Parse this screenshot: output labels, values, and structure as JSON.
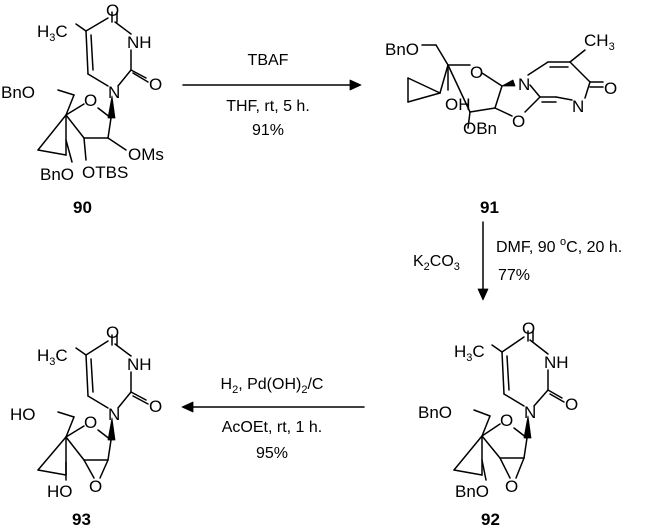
{
  "compounds": {
    "c90": {
      "number": "90"
    },
    "c91": {
      "number": "91"
    },
    "c92": {
      "number": "92"
    },
    "c93": {
      "number": "93"
    }
  },
  "labels": {
    "me": "H3C",
    "me_main": "H",
    "me_sub": "3",
    "me_tail": "C",
    "ch3": "CH",
    "ch3_sub": "3",
    "o": "O",
    "n": "N",
    "nh": "NH",
    "obn": "OBn",
    "bno": "BnO",
    "oh": "OH",
    "ho": "HO",
    "oms": "OMs",
    "otbs": "OTBS"
  },
  "reactions": {
    "r1": {
      "reagent": "TBAF",
      "conditions": "THF, rt, 5 h.",
      "yield": "91%"
    },
    "r2": {
      "reagent_main": "K",
      "reagent_sub1": "2",
      "reagent_mid": "CO",
      "reagent_sub2": "3",
      "conditions_pre": "DMF, 90 ",
      "conditions_deg": "o",
      "conditions_post": "C, 20 h.",
      "yield": "77%"
    },
    "r3": {
      "reagent_pre": "H",
      "reagent_sub1": "2",
      "reagent_mid": ", Pd(OH)",
      "reagent_sub2": "2",
      "reagent_post": "/C",
      "conditions": "AcOEt, rt, 1 h.",
      "yield": "95%"
    }
  }
}
